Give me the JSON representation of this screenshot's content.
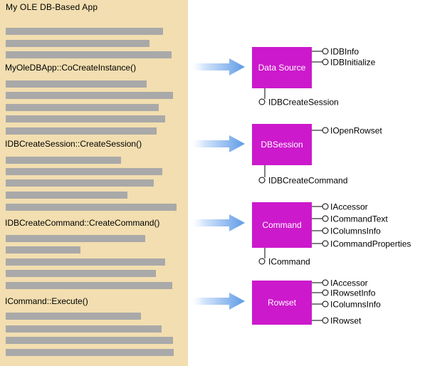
{
  "app": {
    "title": "My OLE DB-Based App",
    "calls": [
      "MyOleDBApp::CoCreateInstance()",
      "IDBCreateSession::CreateSession()",
      "IDBCreateCommand::CreateCommand()",
      "ICommand::Execute()"
    ]
  },
  "colors": {
    "panel": "#f2deb0",
    "code_bar": "#a9a9a9",
    "object_box": "#cc19cc",
    "arrow": "#5f9be6"
  },
  "objects": [
    {
      "label": "Data Source",
      "interfaces": [
        "IDBInfo",
        "IDBInitialize"
      ],
      "bottom_interface": "IDBCreateSession"
    },
    {
      "label": "DBSession",
      "interfaces": [
        "IOpenRowset"
      ],
      "bottom_interface": "IDBCreateCommand"
    },
    {
      "label": "Command",
      "interfaces": [
        "IAccessor",
        "ICommandText",
        "IColumnsInfo",
        "ICommandProperties"
      ],
      "bottom_interface": "ICommand"
    },
    {
      "label": "Rowset",
      "interfaces": [
        "IAccessor",
        "IRowsetInfo",
        "IColumnsInfo",
        "IRowset"
      ],
      "bottom_interface": ""
    }
  ]
}
